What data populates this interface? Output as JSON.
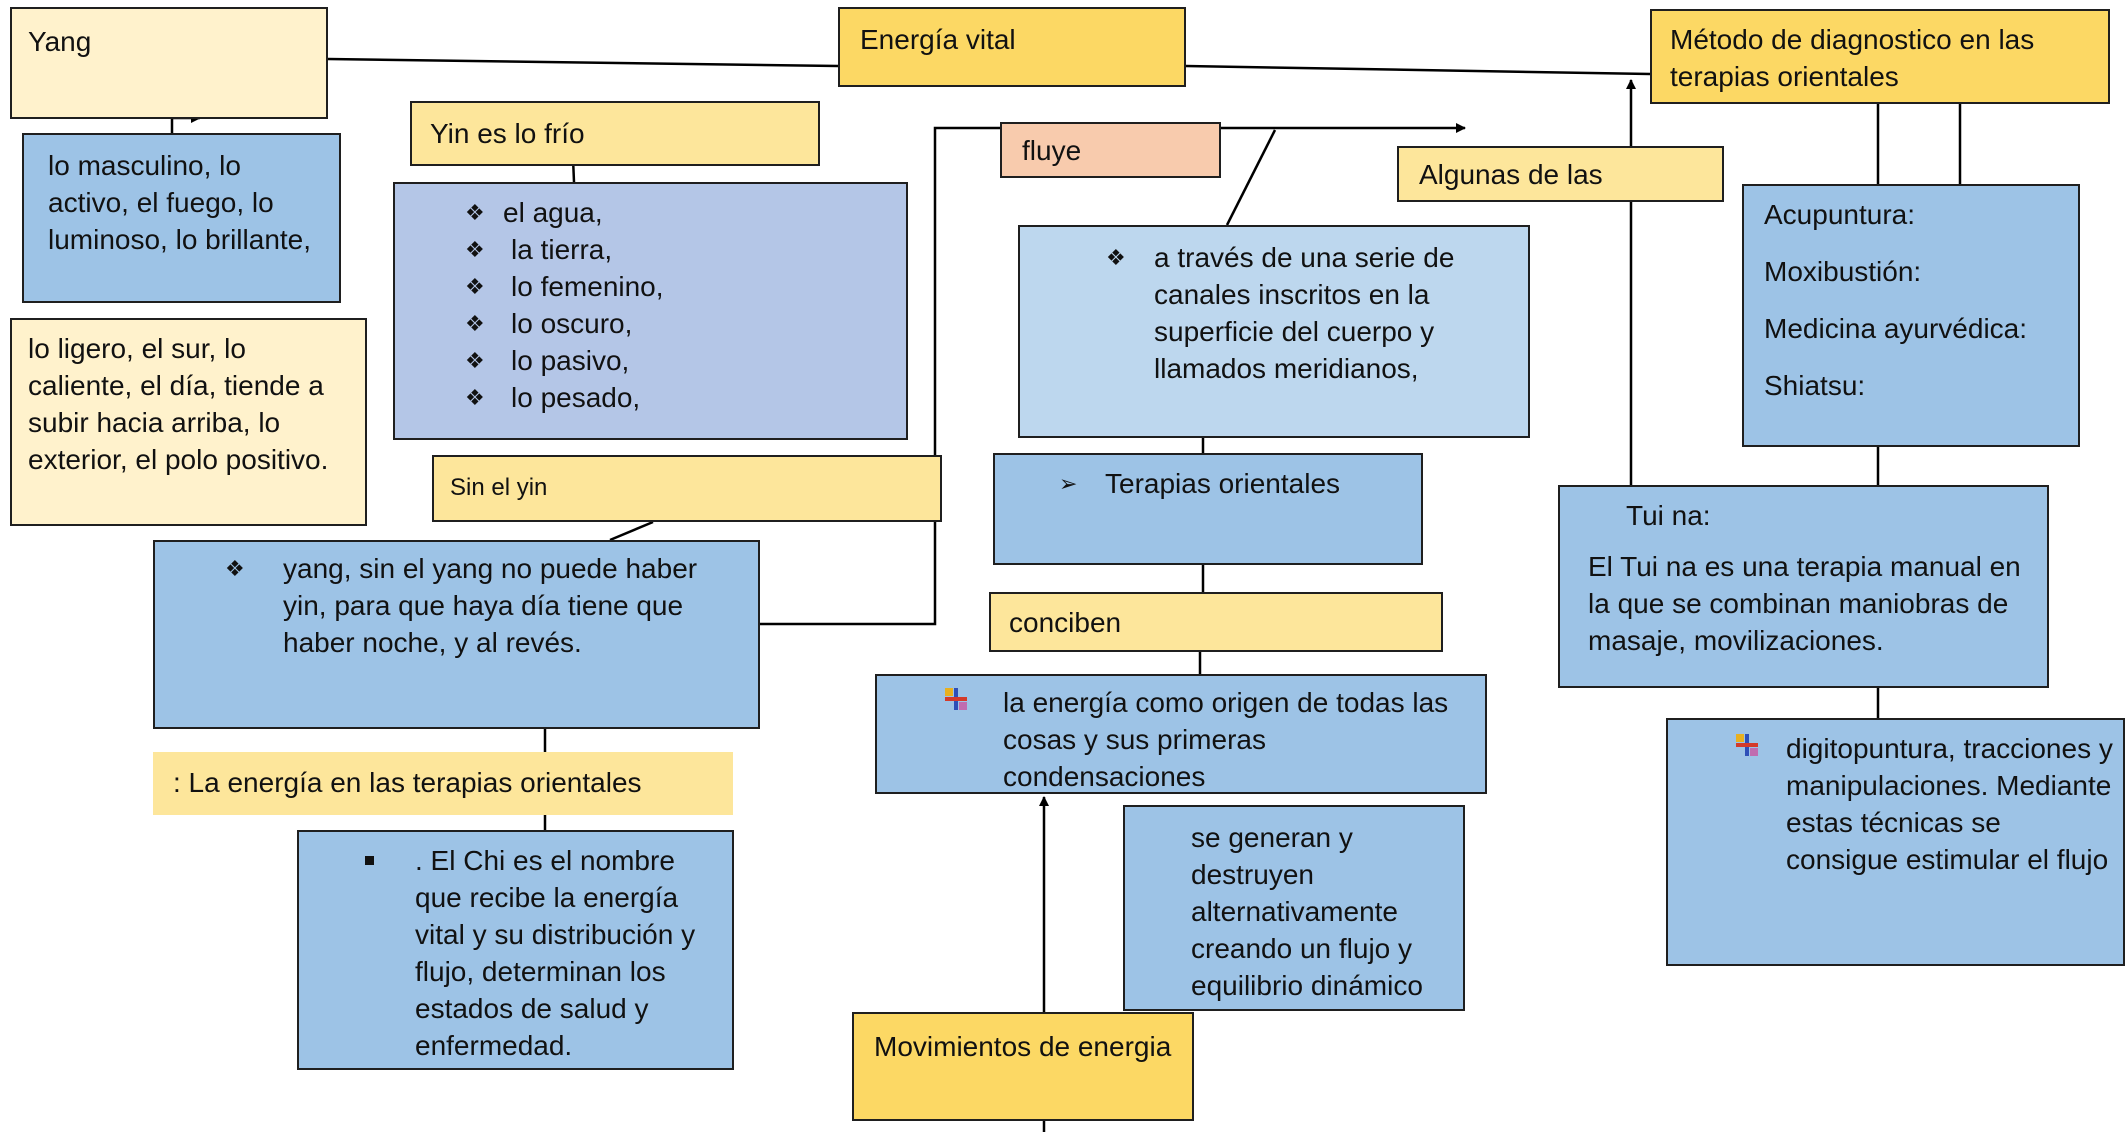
{
  "nodes": {
    "yang": "Yang",
    "energia_vital": "Energía vital",
    "metodo": "Método de diagnostico en las terapias orientales",
    "masculino": "lo masculino, lo activo, el fuego, lo luminoso, lo brillante,",
    "ligero": "lo ligero, el sur, lo caliente, el día, tiende a subir hacia arriba, lo exterior, el polo positivo.",
    "yin_frio": "Yin es lo frío",
    "yin_list": [
      "el agua,",
      "la tierra,",
      "lo femenino,",
      "lo oscuro,",
      "lo pasivo,",
      "lo pesado,"
    ],
    "fluye": "fluye",
    "canales": "a través de una serie de canales inscritos en la superficie del cuerpo y llamados meridianos,",
    "algunas": "Algunas de las",
    "metodos_list": [
      "Acupuntura:",
      "Moxibustión:",
      "Medicina ayurvédica:",
      "Shiatsu:"
    ],
    "sin_yin": "Sin el yin",
    "yang_sin": "yang, sin el yang no puede haber yin, para que haya día tiene que haber noche, y al revés.",
    "terapias": "Terapias orientales",
    "conciben": "conciben",
    "energia_origen": "la energía como origen de todas las cosas y sus primeras condensaciones",
    "tui_title": "Tui na:",
    "tui_desc": "El Tui na es una terapia manual en la que se combinan maniobras de masaje, movilizaciones.",
    "energia_terapias": ": La energía en las terapias orientales",
    "chi": ". El Chi es el nombre que recibe la energía vital y su distribución y flujo, determinan los estados de salud y enfermedad.",
    "generan": "se generan y destruyen alternativamente creando un flujo y equilibrio dinámico",
    "digito": "digitopuntura, tracciones y manipulaciones. Mediante estas técnicas se consigue estimular el flujo",
    "movimientos": "Movimientos de energia"
  },
  "colors": {
    "yellow": "#fcd864",
    "light_yellow": "#fde69b",
    "cream": "#fff2cc",
    "blue": "#9dc3e6",
    "light_blue": "#bdd7ee",
    "periwinkle": "#b4c6e7",
    "peach": "#f8cbad"
  },
  "icons": {
    "diamond_bullet": "diamond-bullet-icon",
    "arrow_bullet": "arrow-bullet-icon",
    "square_bullet": "square-bullet-icon",
    "plus_bullet": "colored-plus-bullet-icon"
  }
}
